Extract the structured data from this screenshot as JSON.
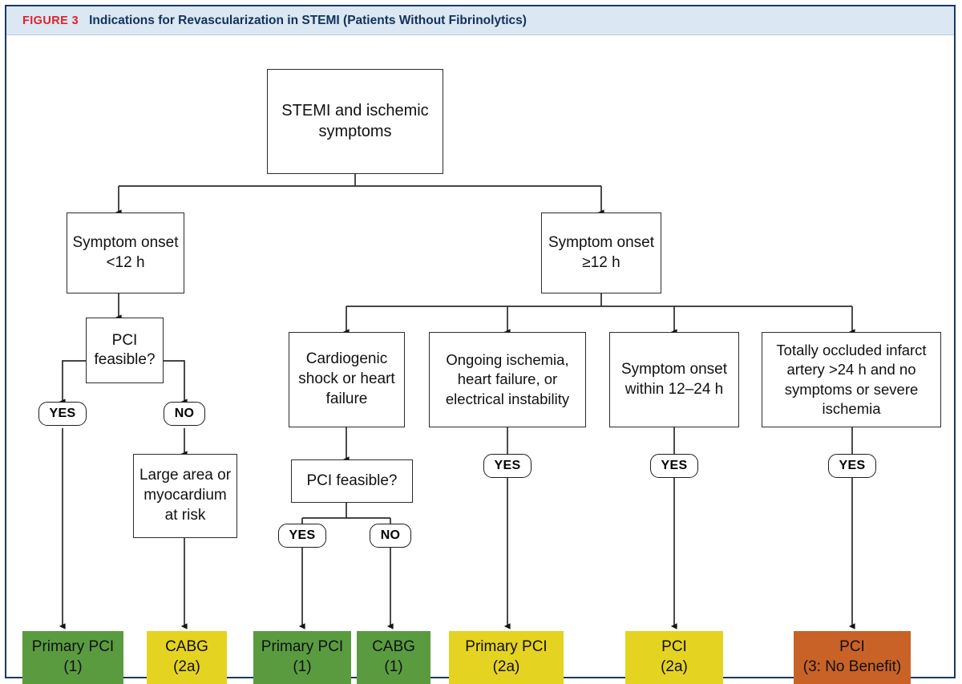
{
  "figure": {
    "label": "FIGURE 3",
    "title": "Indications for Revascularization in STEMI (Patients Without Fibrinolytics)"
  },
  "colors": {
    "header_band": "#dbe7f3",
    "header_label": "#e0222b",
    "header_title": "#12325a",
    "frame_border": "#1a3a5c",
    "green": "#5a9b40",
    "yellow": "#e5d321",
    "orange": "#c96227",
    "line": "#2b2b2b"
  },
  "nodes": {
    "root": "STEMI and ischemic symptoms",
    "onset_lt12": "Symptom onset\n<12 h",
    "onset_ge12": "Symptom onset\n≥12 h",
    "pci_feasible_left": "PCI\nfeasible?",
    "large_area": "Large area or\nmyocardium\nat risk",
    "cardiogenic_shock": "Cardiogenic\nshock or heart\nfailure",
    "ongoing_ischemia": "Ongoing ischemia,\nheart failure, or\nelectrical instability",
    "onset_12_24": "Symptom onset\nwithin 12–24 h",
    "totally_occluded": "Totally occluded infarct\nartery >24 h and no\nsymptoms or severe\nischemia",
    "pci_feasible_mid": "PCI feasible?"
  },
  "pills": {
    "left_yes": "YES",
    "left_no": "NO",
    "mid_yes": "YES",
    "mid_no": "NO",
    "ongoing_yes": "YES",
    "onset1224_yes": "YES",
    "occluded_yes": "YES"
  },
  "results": [
    {
      "id": "primary-pci-1a",
      "text": "Primary PCI\n(1)",
      "color": "green"
    },
    {
      "id": "cabg-2a",
      "text": "CABG\n(2a)",
      "color": "yellow"
    },
    {
      "id": "primary-pci-1b",
      "text": "Primary PCI\n(1)",
      "color": "green"
    },
    {
      "id": "cabg-1",
      "text": "CABG\n(1)",
      "color": "green"
    },
    {
      "id": "primary-pci-2a",
      "text": "Primary PCI\n(2a)",
      "color": "yellow"
    },
    {
      "id": "pci-2a",
      "text": "PCI\n(2a)",
      "color": "yellow"
    },
    {
      "id": "pci-3-no-benefit",
      "text": "PCI\n(3: No Benefit)",
      "color": "orange"
    }
  ],
  "chart_data": {
    "type": "flowchart",
    "title": "Indications for Revascularization in STEMI (Patients Without Fibrinolytics)",
    "decision_tree": {
      "root": "STEMI and ischemic symptoms",
      "branches": [
        {
          "condition": "Symptom onset <12 h",
          "children": [
            {
              "condition": "PCI feasible?",
              "edges": [
                {
                  "label": "YES",
                  "result": "Primary PCI (1)"
                },
                {
                  "label": "NO",
                  "next": "Large area or myocardium at risk",
                  "result": "CABG (2a)"
                }
              ]
            }
          ]
        },
        {
          "condition": "Symptom onset ≥12 h",
          "children": [
            {
              "condition": "Cardiogenic shock or heart failure",
              "next": "PCI feasible?",
              "edges": [
                {
                  "label": "YES",
                  "result": "Primary PCI (1)"
                },
                {
                  "label": "NO",
                  "result": "CABG (1)"
                }
              ]
            },
            {
              "condition": "Ongoing ischemia, heart failure, or electrical instability",
              "edges": [
                {
                  "label": "YES",
                  "result": "Primary PCI (2a)"
                }
              ]
            },
            {
              "condition": "Symptom onset within 12–24 h",
              "edges": [
                {
                  "label": "YES",
                  "result": "PCI (2a)"
                }
              ]
            },
            {
              "condition": "Totally occluded infarct artery >24 h and no symptoms or severe ischemia",
              "edges": [
                {
                  "label": "YES",
                  "result": "PCI (3: No Benefit)"
                }
              ]
            }
          ]
        }
      ]
    }
  }
}
